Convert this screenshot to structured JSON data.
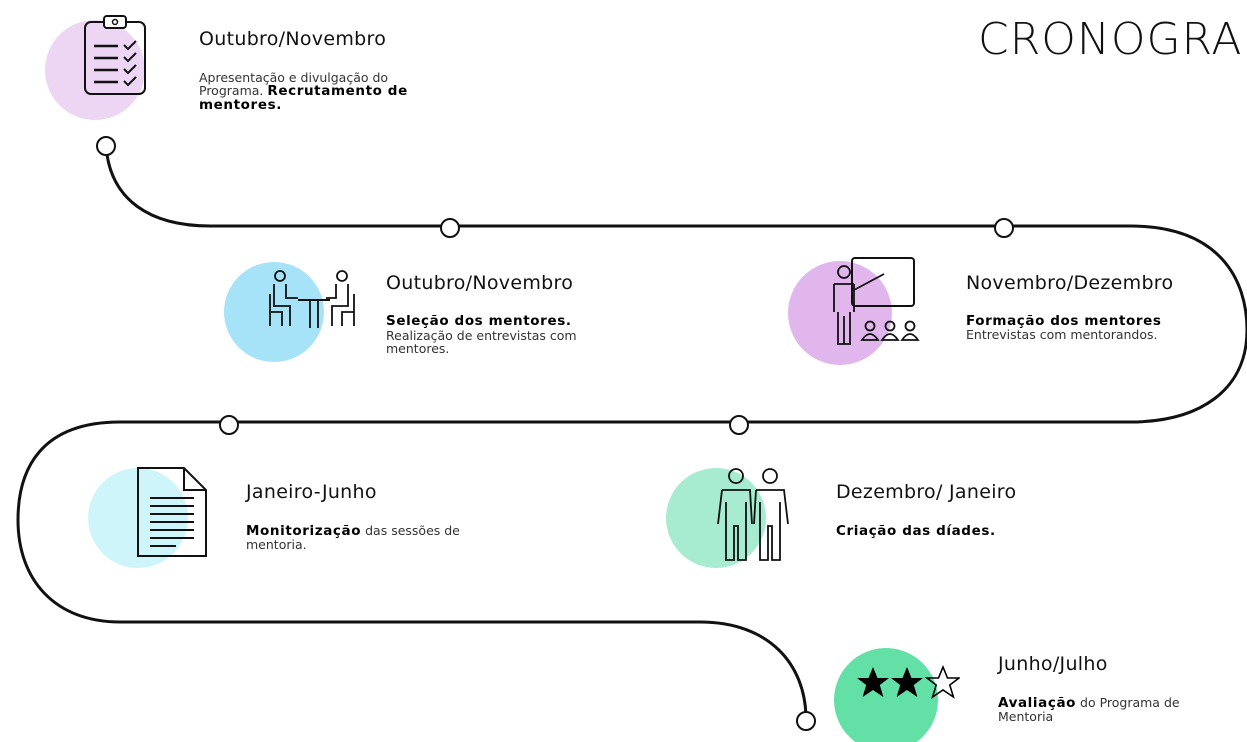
{
  "title": "CRONOGRAMA",
  "colors": {
    "lilac": "#ecd6f3",
    "sky": "#a6e3f8",
    "violet": "#e1b6ec",
    "cyan": "#cef5fa",
    "mint": "#a7ecd1",
    "green": "#62e0a5",
    "line": "#111111"
  },
  "steps": [
    {
      "period": "Outubro/Novembro",
      "normal": "Apresentação e divulgação do Programa.",
      "bold": "Recrutamento de mentores.",
      "icon": "checklist-icon"
    },
    {
      "period": "Outubro/Novembro",
      "bold": "Seleção dos mentores.",
      "normal": "Realização de entrevistas com mentores.",
      "icon": "interview-icon"
    },
    {
      "period": "Novembro/Dezembro",
      "bold": "Formação dos mentores",
      "normal": "Entrevistas com  mentorandos.",
      "icon": "training-icon"
    },
    {
      "period": "Janeiro-Junho",
      "bold": "Monitorização",
      "normal": "das sessões de mentoria.",
      "icon": "document-icon"
    },
    {
      "period": "Dezembro/ Janeiro",
      "bold": "Criação das díades.",
      "icon": "pair-icon"
    },
    {
      "period": "Junho/Julho",
      "bold": "Avaliação",
      "normal": "do Programa de Mentoria",
      "icon": "star-rating-icon",
      "rating": 2,
      "rating_max": 3
    }
  ]
}
